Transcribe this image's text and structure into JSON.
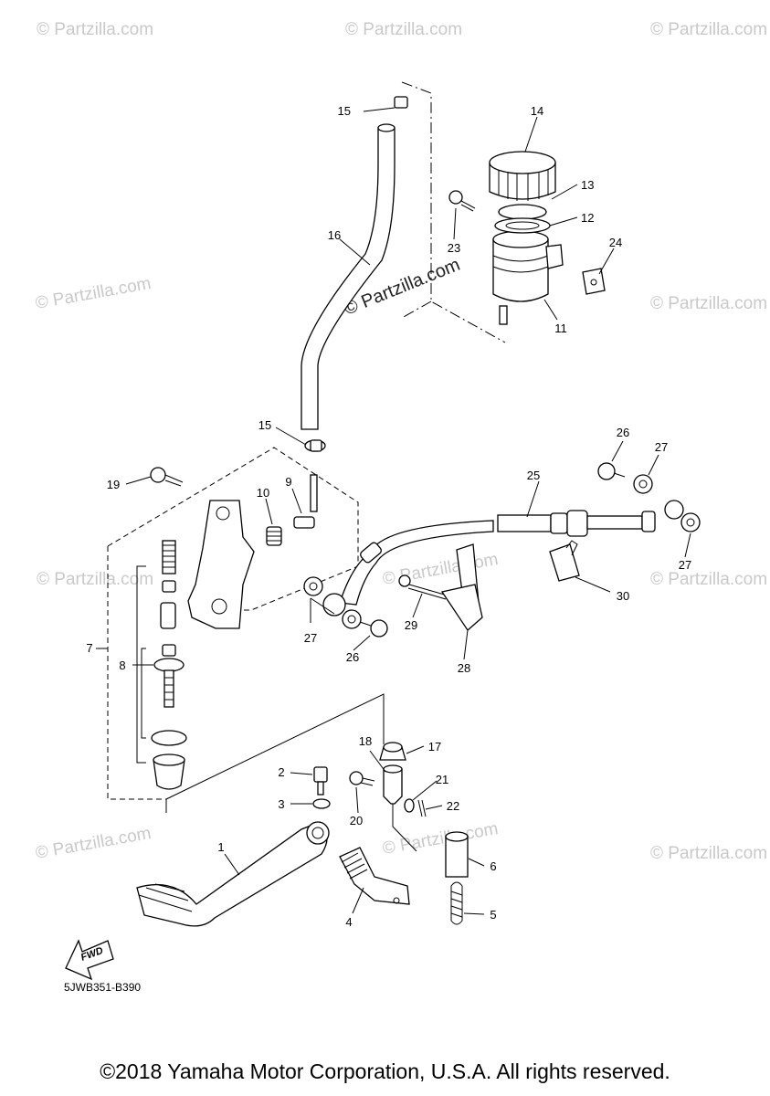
{
  "watermark": "© Partzilla.com",
  "diagram_code": "5JWB351-B390",
  "copyright": "©2018 Yamaha Motor Corporation, U.S.A. All rights reserved.",
  "fwd_label": "FWD",
  "callouts": {
    "c1": "1",
    "c2": "2",
    "c3": "3",
    "c4": "4",
    "c5": "5",
    "c6": "6",
    "c7": "7",
    "c8": "8",
    "c9": "9",
    "c10": "10",
    "c11": "11",
    "c12": "12",
    "c13": "13",
    "c14": "14",
    "c15a": "15",
    "c15b": "15",
    "c16": "16",
    "c17": "17",
    "c18": "18",
    "c19": "19",
    "c20": "20",
    "c21": "21",
    "c22": "22",
    "c23": "23",
    "c24": "24",
    "c25": "25",
    "c26a": "26",
    "c26b": "26",
    "c27a": "27",
    "c27b": "27",
    "c27c": "27",
    "c28": "28",
    "c29": "29",
    "c30": "30"
  }
}
